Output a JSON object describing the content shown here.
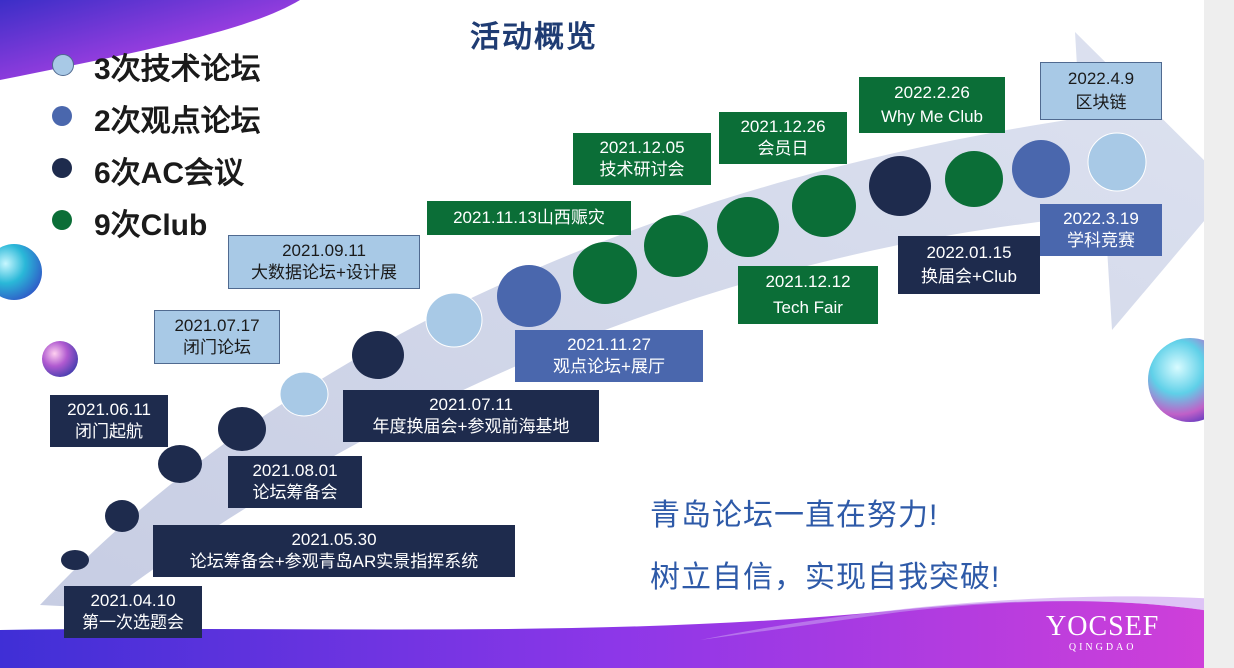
{
  "title": "活动概览",
  "legend": [
    {
      "label": "3次技术论坛",
      "color": "#a8c9e6"
    },
    {
      "label": "2次观点论坛",
      "color": "#4a67ad"
    },
    {
      "label": "6次AC会议",
      "color": "#1e2b4d"
    },
    {
      "label": "9次Club",
      "color": "#0b6e37"
    }
  ],
  "milestones": [
    {
      "date": "2021.04.10",
      "text": "第一次选题会"
    },
    {
      "date": "2021.05.30",
      "text": "论坛筹备会+参观青岛AR实景指挥系统"
    },
    {
      "date": "2021.06.11",
      "text": "闭门起航"
    },
    {
      "date": "2021.08.01",
      "text": "论坛筹备会"
    },
    {
      "date": "2021.07.17",
      "text": "闭门论坛"
    },
    {
      "date": "2021.07.11",
      "text": "年度换届会+参观前海基地"
    },
    {
      "date": "2021.09.11",
      "text": "大数据论坛+设计展"
    },
    {
      "date": "2021.11.27",
      "text": "观点论坛+展厅"
    },
    {
      "date": "",
      "text": "2021.11.13山西赈灾"
    },
    {
      "date": "2021.12.05",
      "text": "技术研讨会"
    },
    {
      "date": "2021.12.12",
      "text": "Tech Fair"
    },
    {
      "date": "2021.12.26",
      "text": "会员日"
    },
    {
      "date": "2022.01.15",
      "text": "换届会+Club"
    },
    {
      "date": "2022.2.26",
      "text": "Why Me Club"
    },
    {
      "date": "2022.3.19",
      "text": "学科竞赛"
    },
    {
      "date": "2022.4.9",
      "text": "区块链"
    }
  ],
  "slogans": [
    "青岛论坛一直在努力!",
    "树立自信，实现自我突破!"
  ],
  "logo": {
    "main": "YOCSEF",
    "sub": "QINGDAO"
  },
  "colors": {
    "technical": "#a8c9e6",
    "viewpoint": "#4a67ad",
    "ac": "#1e2b4d",
    "club": "#0b6e37",
    "arrow": "#d6dced",
    "title": "#1f3c73",
    "slogan": "#2e5aa8",
    "purple": "#8a2be2",
    "magenta": "#e040c8"
  }
}
